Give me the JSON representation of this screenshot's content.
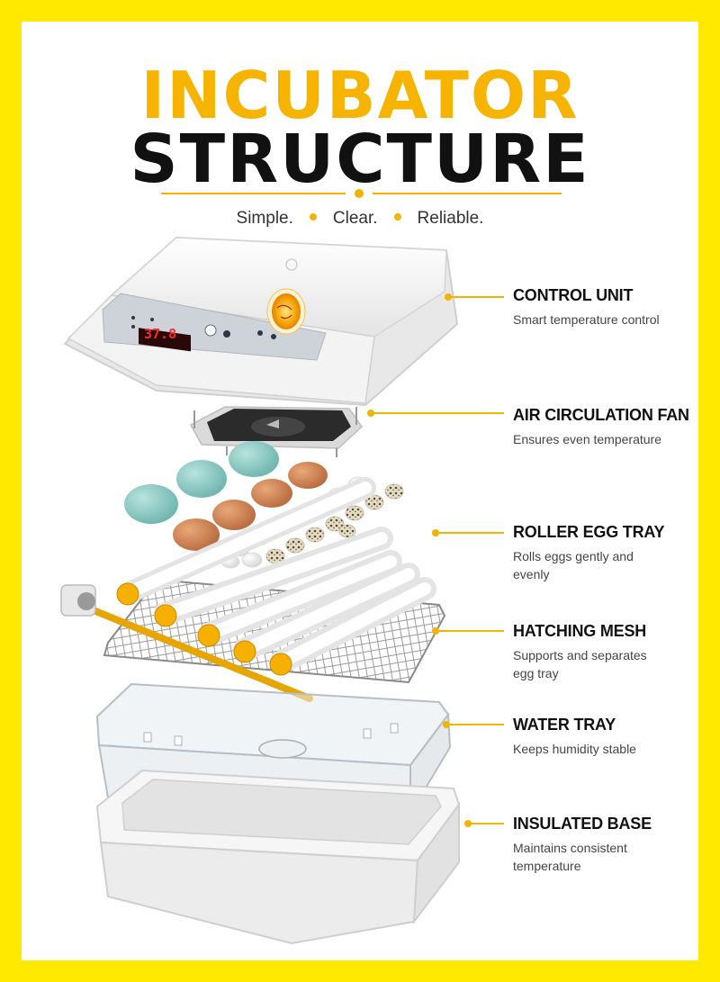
{
  "title_line1": "INCUBATOR",
  "title_line2": "STRUCTURE",
  "tagline": [
    "Simple.",
    "Clear.",
    "Reliable."
  ],
  "display_digits": "37.8",
  "colors": {
    "accent": "#F6B400",
    "border": "#FFE900",
    "text": "#111111"
  },
  "components": [
    {
      "name": "CONTROL UNIT",
      "desc": "Smart temperature control"
    },
    {
      "name": "AIR CIRCULATION FAN",
      "desc": "Ensures even temperature"
    },
    {
      "name": "ROLLER EGG TRAY",
      "desc": "Rolls eggs gently and evenly"
    },
    {
      "name": "HATCHING MESH",
      "desc": "Supports and separates egg tray"
    },
    {
      "name": "WATER TRAY",
      "desc": "Keeps humidity stable"
    },
    {
      "name": "INSULATED BASE",
      "desc": "Maintains consistent temperature"
    }
  ]
}
